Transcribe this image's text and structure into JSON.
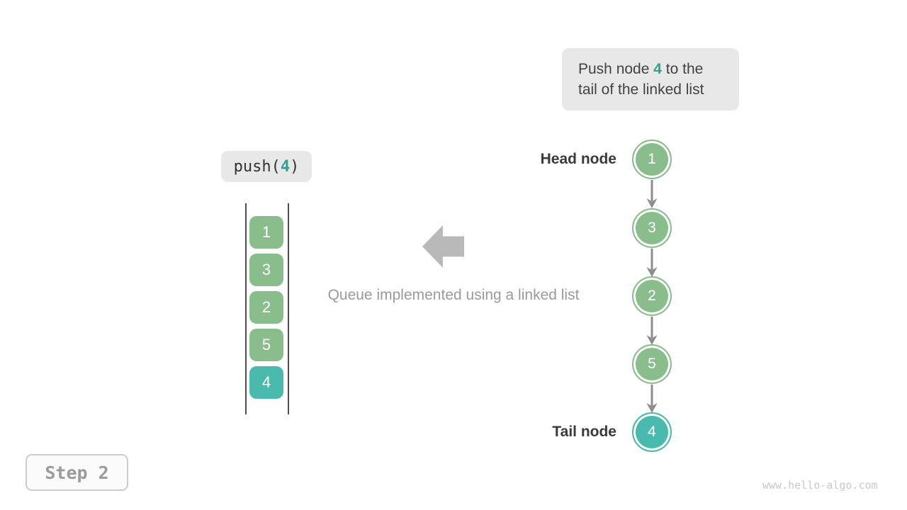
{
  "colors": {
    "node_green": "#8abd8c",
    "node_teal": "#4ab9ae",
    "accent_teal_text": "#359e93",
    "gray_box_bg": "#e8e8e8",
    "arrow_gray": "#8c8c8c",
    "big_arrow_gray": "#b9b9b9"
  },
  "callout": {
    "line1_prefix": "Push node ",
    "highlight": "4",
    "line1_suffix": " to the",
    "line2": "tail of the linked list"
  },
  "push_call": {
    "prefix": "push(",
    "arg": "4",
    "suffix": ")"
  },
  "queue": {
    "items": [
      {
        "value": "1",
        "highlight": false
      },
      {
        "value": "3",
        "highlight": false
      },
      {
        "value": "2",
        "highlight": false
      },
      {
        "value": "5",
        "highlight": false
      },
      {
        "value": "4",
        "highlight": true
      }
    ]
  },
  "caption": "Queue implemented using a linked list",
  "linked_list": {
    "head_label": "Head node",
    "tail_label": "Tail node",
    "nodes": [
      {
        "value": "1",
        "highlight": false
      },
      {
        "value": "3",
        "highlight": false
      },
      {
        "value": "2",
        "highlight": false
      },
      {
        "value": "5",
        "highlight": false
      },
      {
        "value": "4",
        "highlight": true
      }
    ]
  },
  "step": {
    "label": "Step 2"
  },
  "watermark": "www.hello-algo.com"
}
